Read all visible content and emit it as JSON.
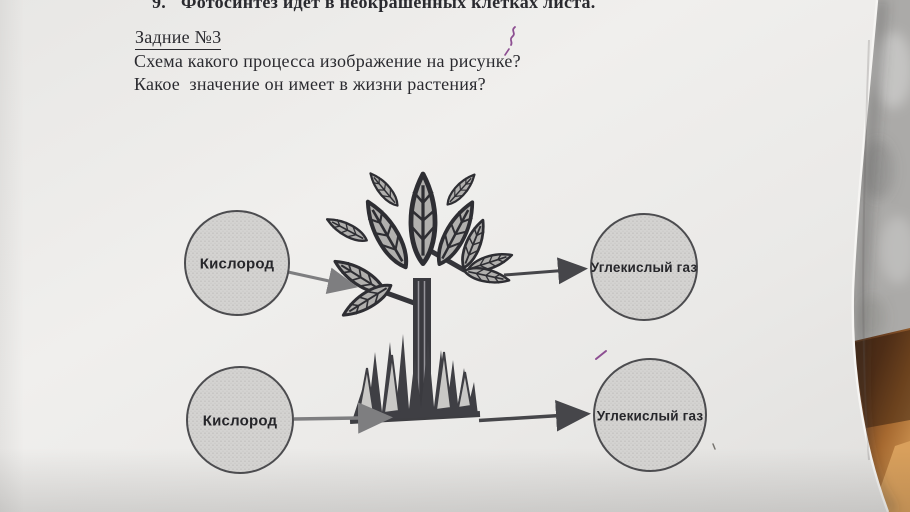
{
  "document": {
    "item_number": "9.",
    "item_text": "Фотосинтез идет в неокрашенных клетках листа.",
    "task_heading": "Задние №3",
    "question_1": "Схема какого процесса изображение на рисунке?",
    "question_2": "Какое  значение он имеет в жизни растения?"
  },
  "diagram": {
    "nodes": {
      "top_left": {
        "label": "Кислород"
      },
      "top_right": {
        "label": "Углекислый газ"
      },
      "bottom_left": {
        "label": "Кислород"
      },
      "bottom_right": {
        "label": "Углекислый газ"
      }
    },
    "arrows": [
      {
        "from": "top_left",
        "to": "plant-crown"
      },
      {
        "from": "plant-crown",
        "to": "top_right"
      },
      {
        "from": "bottom_left",
        "to": "grass-base"
      },
      {
        "from": "grass-base",
        "to": "bottom_right"
      }
    ],
    "illustration": "tree-seedling-with-grass"
  },
  "annotations": {
    "pen_mark_top": "purple squiggle",
    "pen_mark_bottom": "purple dash"
  },
  "colors": {
    "paper": "#eeedeb",
    "background_gray": "#abaaa8",
    "ink": "#2a2a2f",
    "diagram_ink": "#35353a",
    "node_fill": "#d4d3d1",
    "node_border": "#4c4c4f",
    "arrow_gray": "#7e7e80",
    "arrow_dark": "#46464a",
    "pen_mark_purple": "#8d4f92",
    "wood_light": "#c98f4e",
    "wood_dark": "#54331c"
  }
}
